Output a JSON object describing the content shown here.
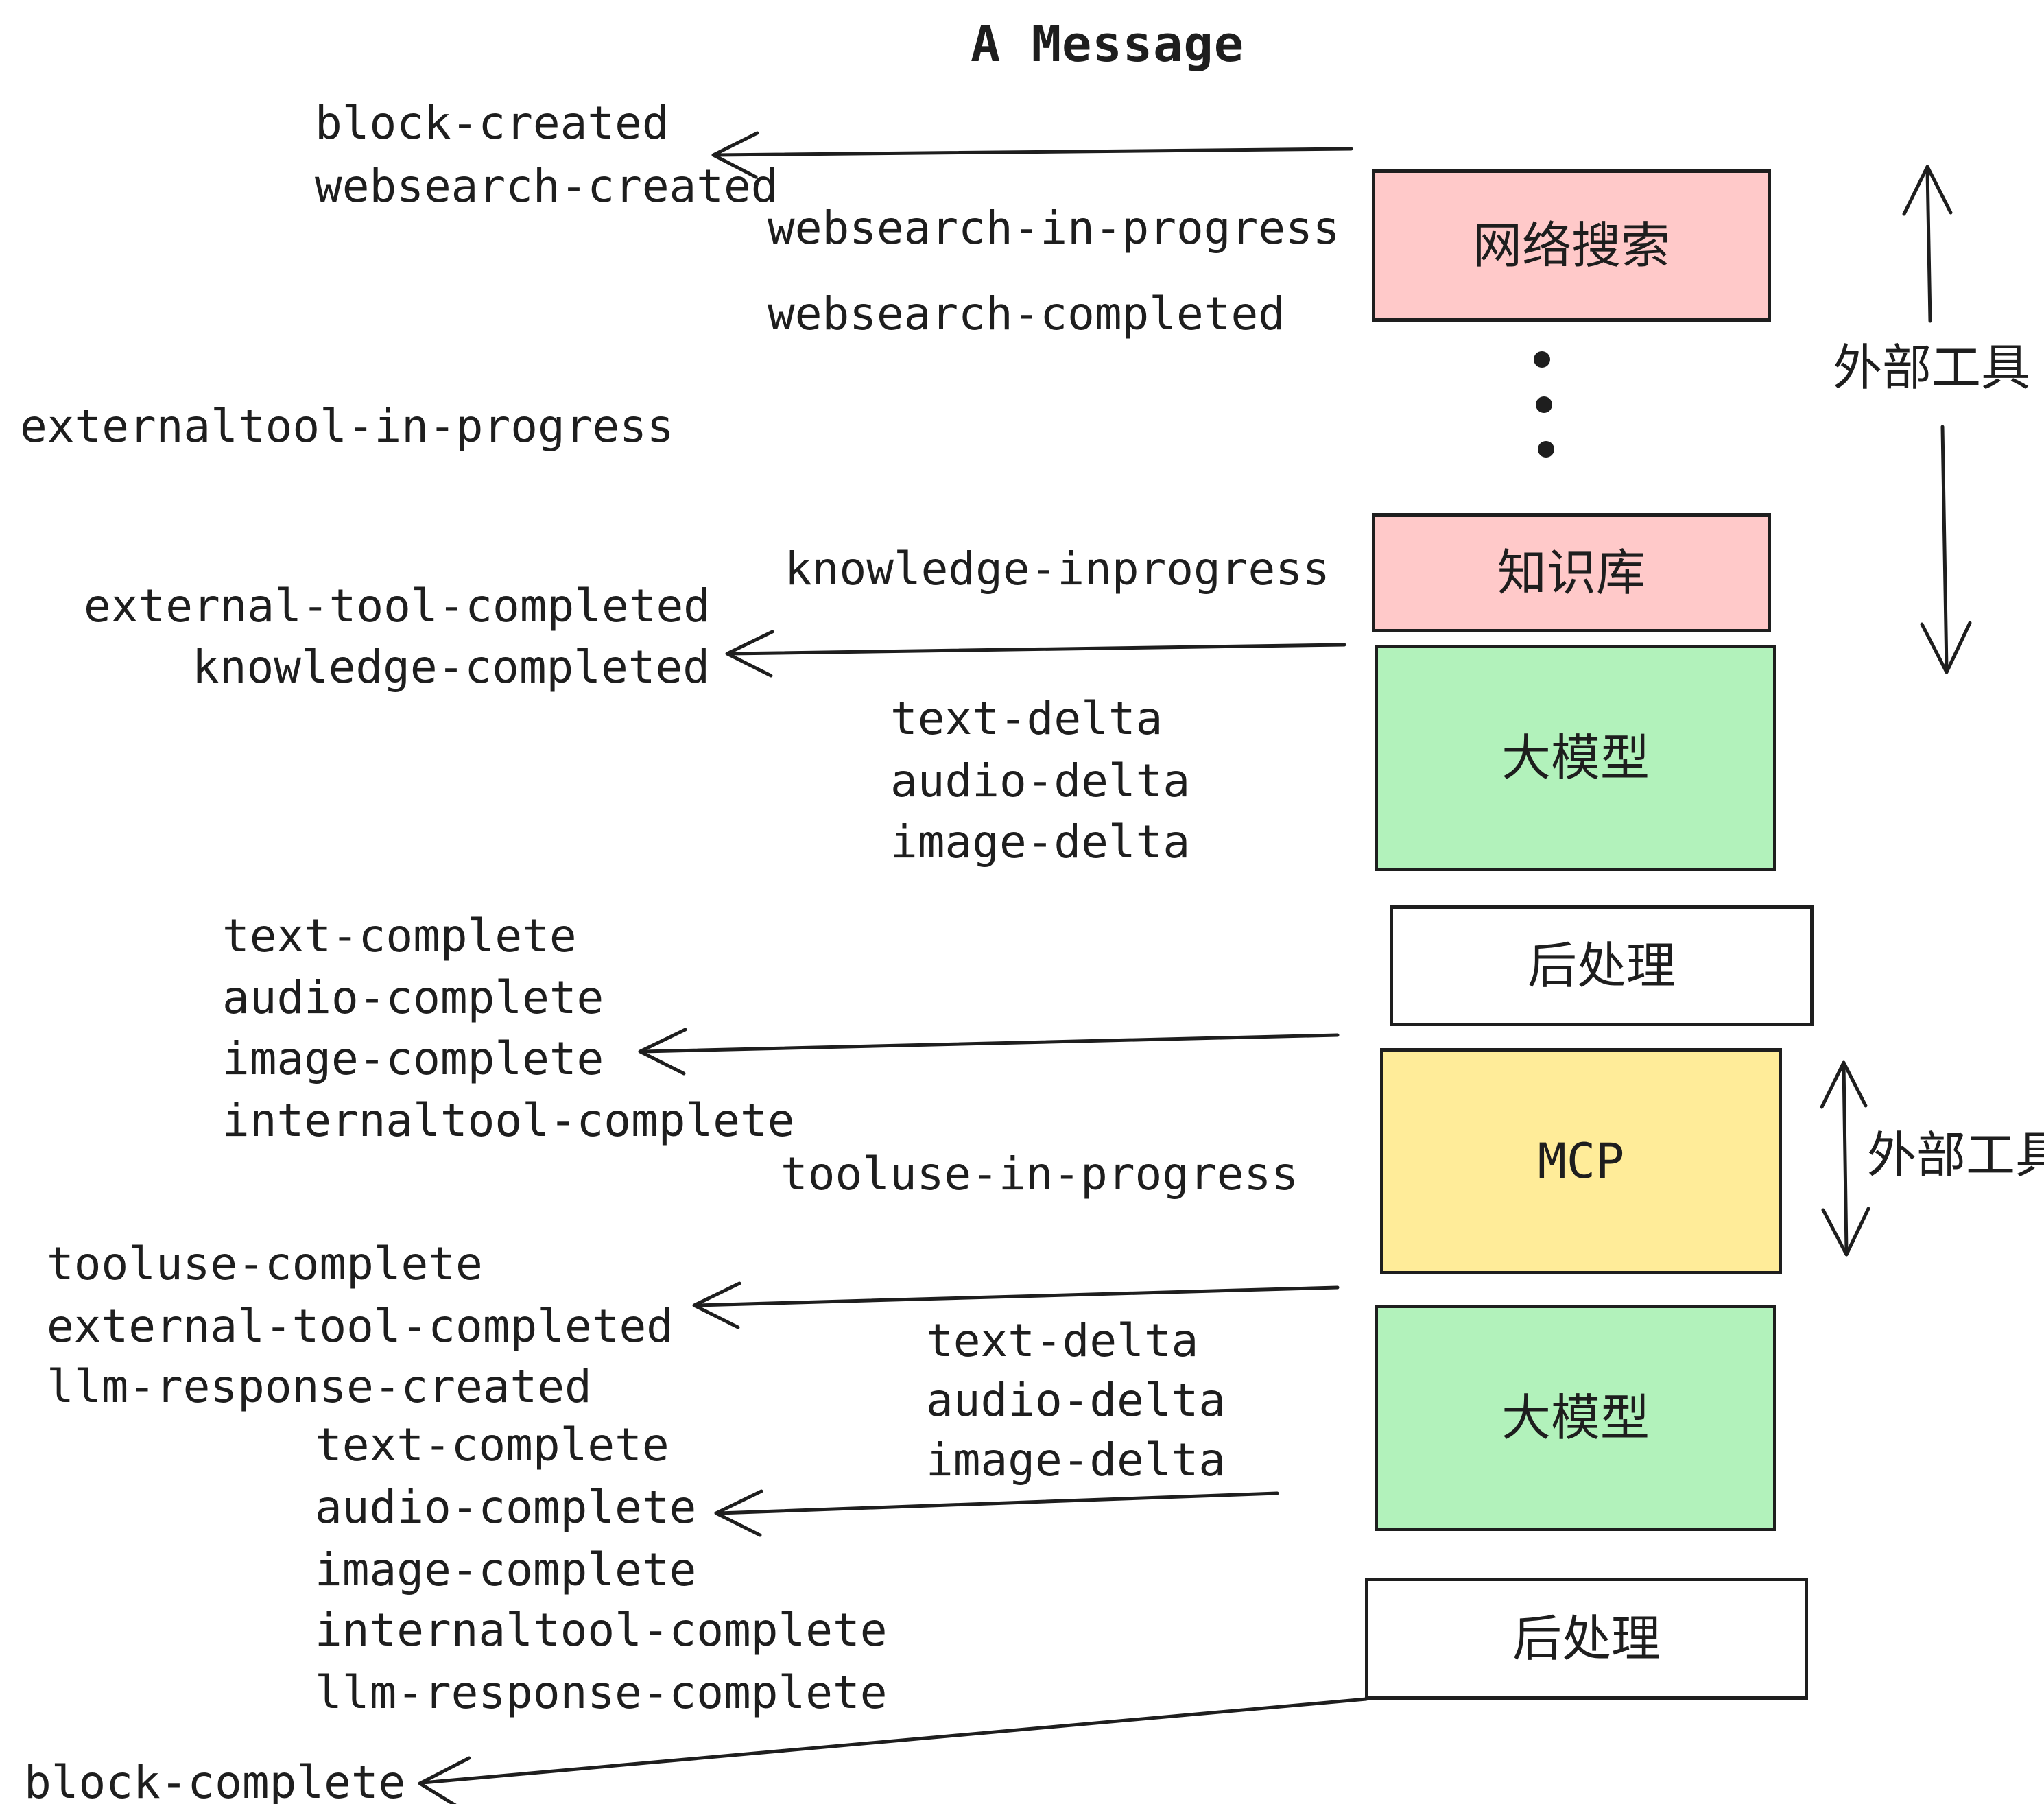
{
  "title": "A Message",
  "colors": {
    "box_pink": "#ffc9c9",
    "box_green": "#b2f2bb",
    "box_yellow": "#ffec99",
    "box_white": "#ffffff",
    "ink": "#1e1e1e",
    "background": "#ffffff"
  },
  "boxes": [
    {
      "label": "网络搜索"
    },
    {
      "label": "知识库"
    },
    {
      "label": "大模型"
    },
    {
      "label": "后处理"
    },
    {
      "label": "MCP"
    },
    {
      "label": "大模型"
    },
    {
      "label": "后处理"
    }
  ],
  "side_labels": [
    {
      "label": "外部工具"
    },
    {
      "label": "外部工具"
    }
  ],
  "events": [
    {
      "text": "block-created"
    },
    {
      "text": "websearch-created"
    },
    {
      "text": "websearch-in-progress"
    },
    {
      "text": "websearch-completed"
    },
    {
      "text": "externaltool-in-progress"
    },
    {
      "text": "knowledge-inprogress"
    },
    {
      "text": "external-tool-completed"
    },
    {
      "text": "knowledge-completed"
    },
    {
      "text": "text-delta"
    },
    {
      "text": "audio-delta"
    },
    {
      "text": "image-delta"
    },
    {
      "text": "text-complete"
    },
    {
      "text": "audio-complete"
    },
    {
      "text": "image-complete"
    },
    {
      "text": "internaltool-complete"
    },
    {
      "text": "tooluse-in-progress"
    },
    {
      "text": "tooluse-complete"
    },
    {
      "text": "external-tool-completed"
    },
    {
      "text": "llm-response-created"
    },
    {
      "text": "text-delta"
    },
    {
      "text": "audio-delta"
    },
    {
      "text": "image-delta"
    },
    {
      "text": "text-complete"
    },
    {
      "text": "audio-complete"
    },
    {
      "text": "image-complete"
    },
    {
      "text": "internaltool-complete"
    },
    {
      "text": "llm-response-complete"
    },
    {
      "text": "block-complete"
    }
  ]
}
